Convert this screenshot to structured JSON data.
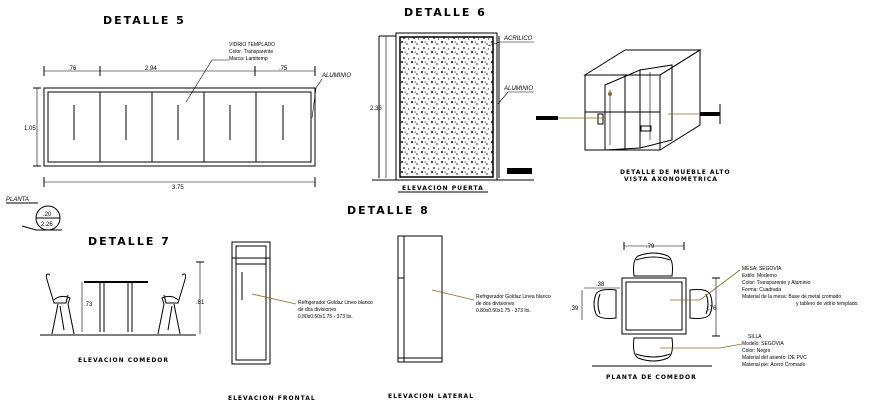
{
  "d5": {
    "title": "DETALLE 5",
    "glass_note": [
      "VIDRIO TEMPLADO",
      "Color: Transparente",
      "Marca: Lamitemp"
    ],
    "dim_left": ".76",
    "dim_mid": "2.94",
    "dim_right": ".75",
    "dim_height": "1.05",
    "dim_total": "3.75",
    "aluminio": "ALUMINIO",
    "planta": "PLANTA",
    "planta_dims": [
      ".20",
      "2.26"
    ]
  },
  "d6": {
    "title": "DETALLE 6",
    "acrilico": "ACRILICO",
    "aluminio": "ALUMINIO",
    "dim_height": "2.35",
    "caption": "ELEVACION PUERTA",
    "axo_caption": [
      "DETALLE DE MUEBLE ALTO",
      "VISTA AXONOMETRICA"
    ]
  },
  "d7": {
    "title": "DETALLE 7",
    "dim_a": ".73",
    "dim_b": ".81",
    "caption": "ELEVACION COMEDOR"
  },
  "d8": {
    "title": "DETALLE 8",
    "fridge_note": [
      "Refrigerador Goldaz Lineo blanco",
      "de dos divisiones",
      "0.80x0.60x1.75 - 373 lts."
    ],
    "fridge_note2": [
      "Refrigerador Goldaz Linea blanco",
      "de dos divisiones",
      "0.80x0.60x1.75 - 373 lts."
    ],
    "caption_front": "ELEVACION FRONTAL",
    "caption_side": "ELEVACION LATERAL"
  },
  "dining": {
    "dims": [
      ".79",
      ".38",
      ".39",
      ".76"
    ],
    "mesa": [
      "MESA: SEGOVIA",
      "Estilo: Moderno",
      "Color: Transparente y Aluminio",
      "Forma: Cuadrada",
      "Material de la mesa: Base de metal cromado",
      "y tablero de vidrio templado."
    ],
    "silla": [
      "SILLA",
      "Modelo: SEGOVIA",
      "Color: Negro",
      "Material del asiento: DE PVC",
      "Material pie: Acero Cromado"
    ],
    "caption": "PLANTA DE COMEDOR"
  }
}
